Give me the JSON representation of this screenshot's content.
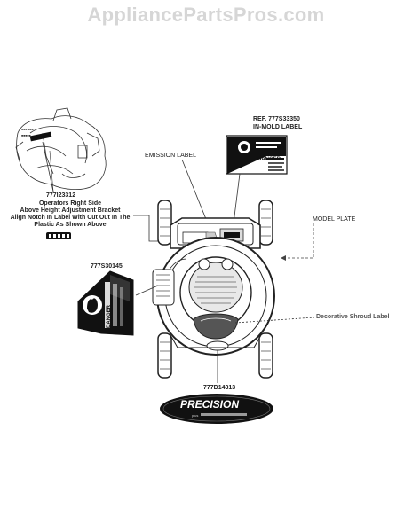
{
  "watermark": "AppliancePartsPros.com",
  "callouts": {
    "part_777i23312": "777I23312",
    "operators_line1": "Operators Right Side",
    "operators_line2": "Above Height Adjustment Bracket",
    "operators_line3": "Align Notch In Label With Cut Out In The",
    "operators_line4": "Plastic As Shown Above",
    "ref_line1": "REF. 777S33350",
    "ref_line2": "IN-MOLD LABEL",
    "emission_label": "EMISSION LABEL",
    "model_plate": "MODEL PLATE",
    "part_777s30145": "777S30145",
    "decorative_shroud_label": "Decorative Shroud Label",
    "part_777d14313": "777D14313"
  },
  "labels": {
    "danger": "DANGER",
    "precision": "PRECISION",
    "precision_sub": "plus"
  },
  "colors": {
    "line": "#2a2a2a",
    "dark": "#111111",
    "watermark": "#d6d6d6"
  }
}
